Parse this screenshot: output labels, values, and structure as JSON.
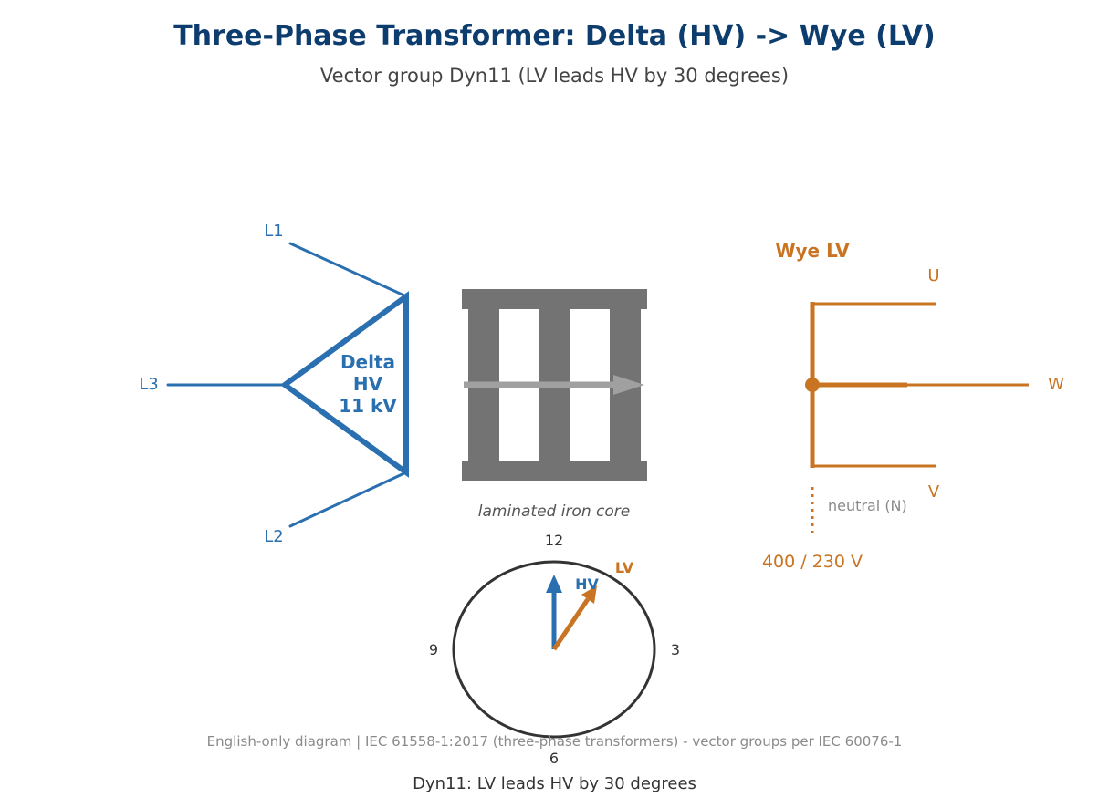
{
  "header": {
    "title": "Three-Phase Transformer: Delta (HV)  ->  Wye (LV)",
    "subtitle": "Vector group Dyn11  (LV leads HV by 30 degrees)"
  },
  "hv": {
    "label_line1": "Delta",
    "label_line2": "HV",
    "voltage": "11 kV",
    "terminals": [
      "L1",
      "L3",
      "L2"
    ],
    "color": "#2a6fb0"
  },
  "core": {
    "caption": "laminated iron core",
    "color": "#737373",
    "arrow_color": "#a0a0a0"
  },
  "lv": {
    "title": "Wye LV",
    "terminals": [
      "U",
      "W",
      "V"
    ],
    "neutral": "neutral (N)",
    "voltage": "400 / 230 V",
    "color": "#c87422"
  },
  "clock": {
    "numbers": [
      "12",
      "3",
      "6",
      "9"
    ],
    "hv_label": "HV",
    "lv_label": "LV",
    "hv_hour": 12,
    "lv_hour": 1,
    "caption": "Dyn11: LV leads HV by 30 degrees"
  },
  "footer": {
    "text": "English-only diagram  |  IEC 61558-1:2017 (three-phase transformers)  -  vector groups per IEC 60076-1"
  }
}
